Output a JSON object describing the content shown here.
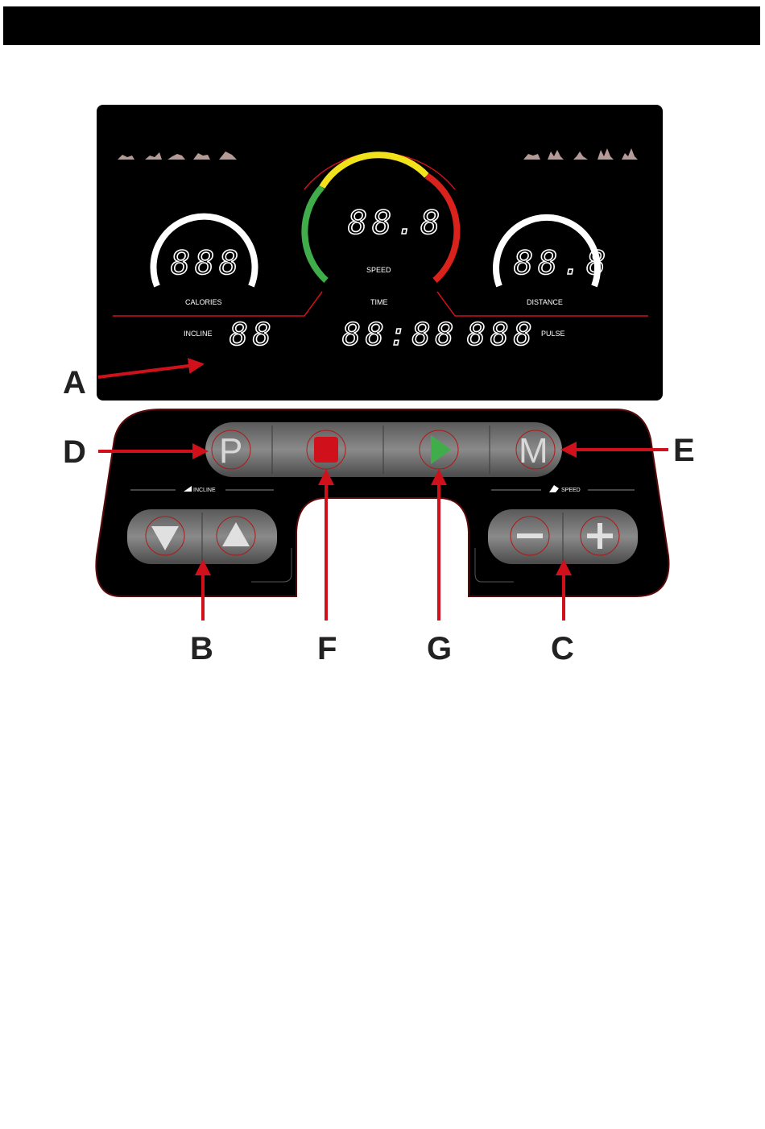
{
  "display": {
    "speed_label": "SPEED",
    "calories_label": "CALORIES",
    "distance_label": "DISTANCE",
    "time_label": "TIME",
    "incline_label": "INCLINE",
    "pulse_label": "PULSE",
    "speed_readout": "88.8",
    "calories_readout": "888",
    "distance_readout": "88.8",
    "time_readout": "88:88",
    "incline_readout": "88",
    "pulse_readout": "888"
  },
  "keypad": {
    "program_glyph": "P",
    "mode_glyph": "M",
    "incline_group_label": "INCLINE",
    "speed_group_label": "SPEED"
  },
  "callouts": {
    "a": "A",
    "b": "B",
    "c": "C",
    "d": "D",
    "e": "E",
    "f": "F",
    "g": "G"
  },
  "colors": {
    "panel": "#000000",
    "accent_red": "#d0101a",
    "gauge_green": "#3fae4a",
    "gauge_yellow": "#f2e21b",
    "gauge_red": "#d9221c",
    "start_green": "#3fae4a"
  }
}
